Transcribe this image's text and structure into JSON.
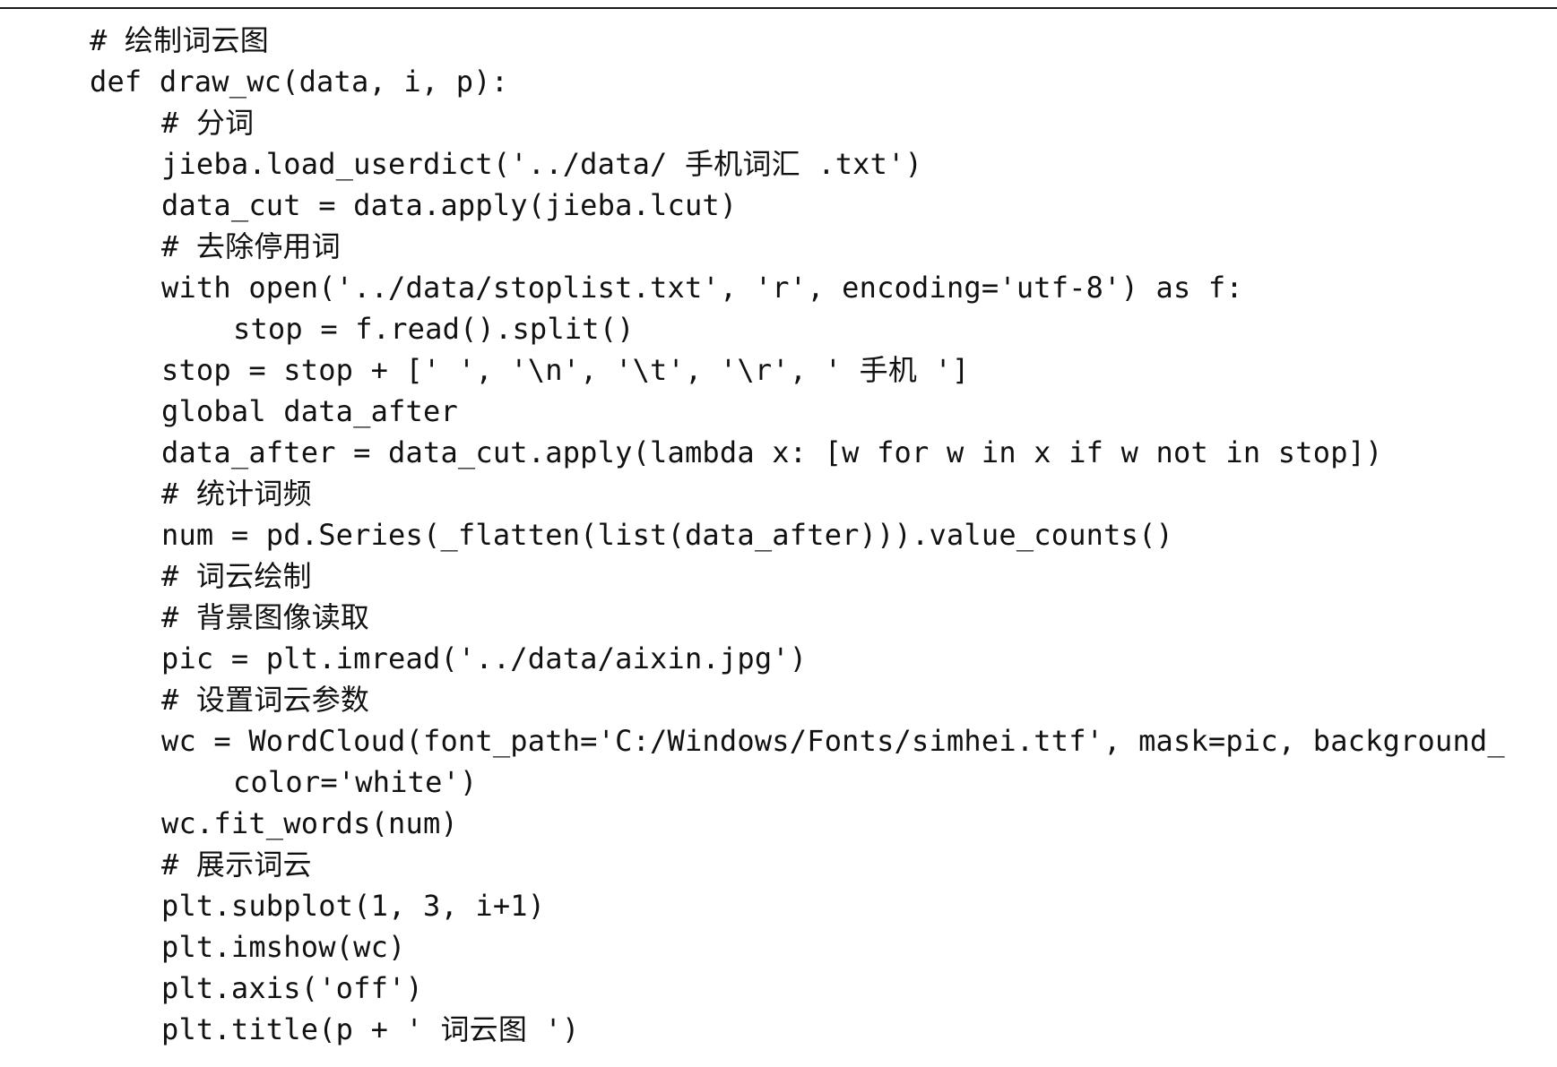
{
  "code": {
    "lines": [
      "# 绘制词云图",
      "def draw_wc(data, i, p):",
      "# 分词",
      "jieba.load_userdict('../data/ 手机词汇 .txt')",
      "data_cut = data.apply(jieba.lcut)",
      "# 去除停用词",
      "with open('../data/stoplist.txt', 'r', encoding='utf-8') as f:",
      "stop = f.read().split()",
      "stop = stop + [' ', '\\n', '\\t', '\\r', ' 手机 ']",
      "global data_after",
      "data_after = data_cut.apply(lambda x: [w for w in x if w not in stop])",
      "# 统计词频",
      "num = pd.Series(_flatten(list(data_after))).value_counts()",
      "# 词云绘制",
      "# 背景图像读取",
      "pic = plt.imread('../data/aixin.jpg')",
      "# 设置词云参数",
      "wc = WordCloud(font_path='C:/Windows/Fonts/simhei.ttf', mask=pic, background_",
      "color='white')",
      "wc.fit_words(num)",
      "# 展示词云",
      "plt.subplot(1, 3, i+1)",
      "plt.imshow(wc)",
      "plt.axis('off')",
      "plt.title(p + ' 词云图 ')"
    ]
  }
}
